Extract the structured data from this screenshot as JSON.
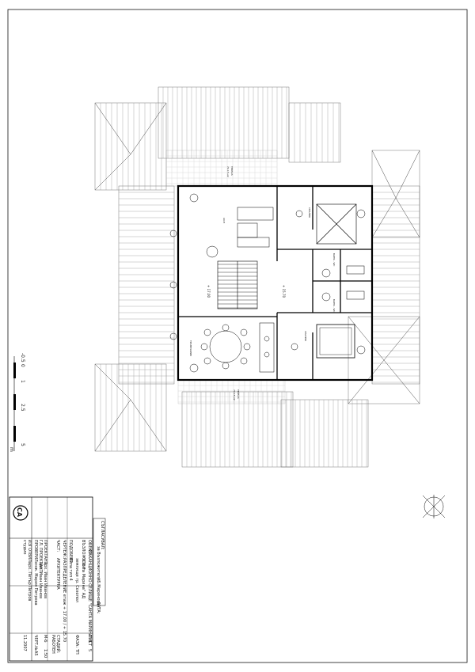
{
  "scale_bar": {
    "ticks": [
      "-0.5",
      "0",
      "1",
      "2.5",
      "5"
    ],
    "unit": "m"
  },
  "levels": {
    "upper": "+ 17.00",
    "lower": "+ 15.70"
  },
  "terraces": {
    "top": "ТЕРАСА",
    "top_area": "76.15 м2",
    "bottom": "ТЕРАСА",
    "bottom_area": "76.15 м2"
  },
  "rooms": {
    "living": "ХОЛ",
    "dining": "ТРАПЕЗАРИЯ",
    "bedroom_top": "СПАЛНЯ",
    "bedroom_bottom": "СПАЛНЯ",
    "bath_top": "БАНЯ - WC",
    "bath_bottom": "БАНЯ - WC",
    "corridor": "КОРИДОР",
    "kitchen": "КУХНЯ"
  },
  "title_block": {
    "approval_header": "СЪГЛАСУВАЛ:",
    "approval_role": "за Възложителя:",
    "approval_stamp": "/ Б.Маринова /",
    "date_label": "ДАТА:",
    "object_label": "ОБЕКТ:",
    "object_name": "ВАКАНЦИОННО СЕЛИЩЕ \"САНТА МАРИНА\" В",
    "client_label": "ВЪЗЛОЖИТЕЛ:",
    "client_name": "\"Санта Марина\" АД",
    "location": "землище гр. Созопол",
    "part_label": "ЧАСТ:",
    "part_name": "АРХИТЕКТУРНА",
    "subject_label": "ПОДОБЕКТ:",
    "subject_name": "Вила тип 4",
    "drawing_label": "ЧЕРТЕЖ:",
    "drawing_name": "РАЗПРЕДЕЛЕНИЕ етаж + 17.00 / + 15.70",
    "phase_label": "ФАЗА:",
    "phase_name": "ТП",
    "stage_label": "СТАДИЙ:",
    "stage_name": "РАБОТЕН",
    "designer_label": "ПРОЕКТАНТ:",
    "designer_name": "арх. Иван Иванов",
    "chief_label": "ГЛ. ПРОЕКТАНТ:",
    "chief_name": "арх. Иван Иванов",
    "checked_label": "ПРОВЕРИЛ:",
    "checked_name": "инж. Мария Петрова",
    "drawn_label": "ИЗГОТВИЛ:",
    "drawn_name": "арх. Петър Петров",
    "drawing_no_label": "ЧЕРТ.№",
    "drawing_no": "А5",
    "scale_label": "М-Б",
    "scale": "1:50",
    "sheet_label": "ЛИСТ",
    "sheet": "5",
    "date": "11.2007",
    "studio": "студио"
  },
  "logo": {
    "text": "CA"
  }
}
